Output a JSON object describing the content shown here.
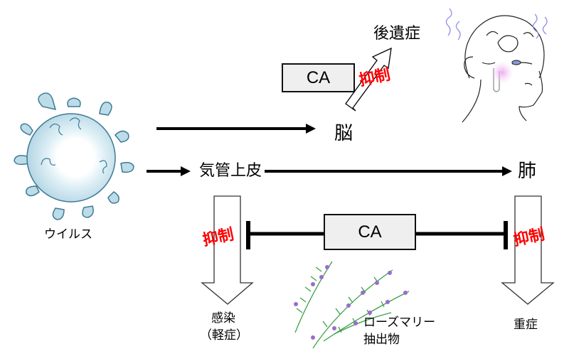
{
  "nodes": {
    "virus": "ウイルス",
    "trachea_epithelium": "気管上皮",
    "brain": "脳",
    "lung": "肺",
    "sequelae": "後遺症",
    "infection_line1": "感染",
    "infection_line2": "（軽症）",
    "severe": "重症",
    "rosemary_line1": "ローズマリー",
    "rosemary_line2": "抽出物"
  },
  "agents": {
    "ca_top": "CA",
    "ca_bottom": "CA"
  },
  "inhibition": {
    "top": "抑制",
    "left": "抑制",
    "right": "抑制"
  },
  "colors": {
    "inhibit_text": "#ff0000",
    "ca_box_fill": "#efefef",
    "virus_fill": "#bcdce8",
    "virus_stroke": "#3f7a96",
    "rosemary_leaf": "#3aa14a",
    "rosemary_flower": "#9a6bd1",
    "brain_squiggle": "#8f8fe0"
  },
  "icons": {
    "virus": "virus-illustration",
    "head": "head-brain-illustration",
    "plant": "rosemary-illustration"
  }
}
